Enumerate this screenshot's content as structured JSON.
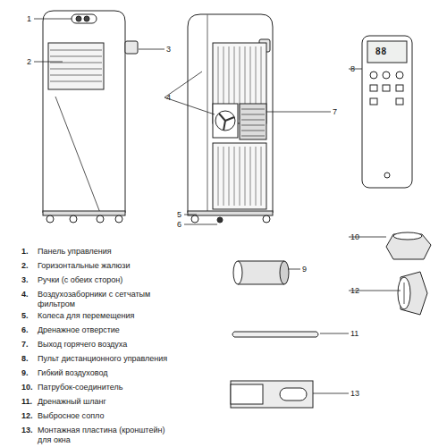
{
  "diagram": {
    "labels": [
      "1",
      "2",
      "3",
      "4",
      "5",
      "6",
      "7",
      "8",
      "9",
      "10",
      "11",
      "12",
      "13",
      "88",
      "1.",
      "Панель управления",
      "2.",
      "Горизонтальные жалюзи",
      "3.",
      "Ручки (с обеих сторон)",
      "4.",
      "Воздухозаборники с сетчатым фильтром",
      "5.",
      "Колеса для перемещения",
      "6.",
      "Дренажное отверстие",
      "7.",
      "Выход горячего воздуха",
      "8.",
      "Пульт дистанционного управления",
      "9.",
      "Гибкий воздуховод",
      "10.",
      "Патрубок-соединитель",
      "11.",
      "Дренажный шланг",
      "12.",
      "Выбросное сопло",
      "13.",
      "Монтажная пластина (кронштейн) для окна"
    ]
  }
}
